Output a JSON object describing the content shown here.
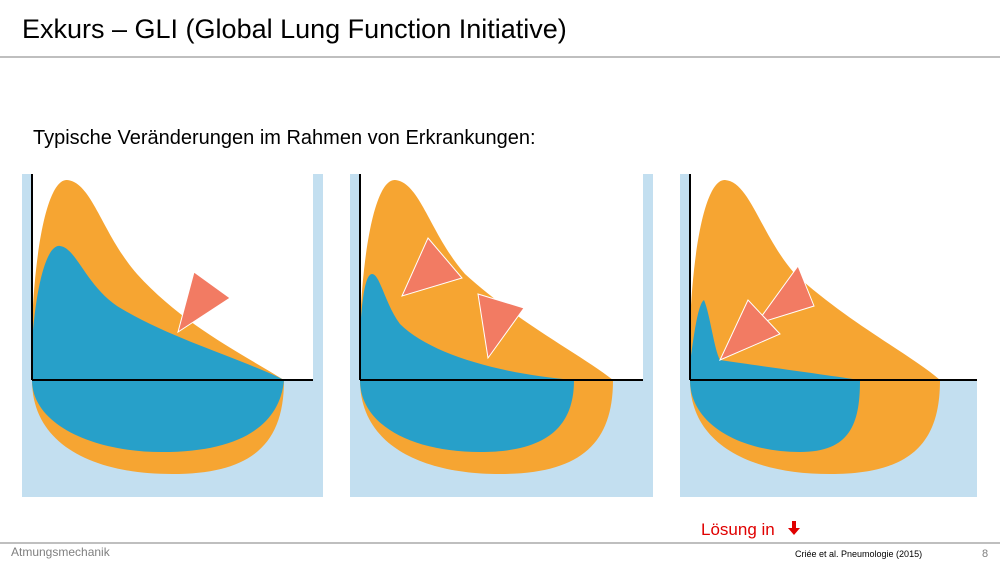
{
  "slide": {
    "title": "Exkurs – GLI (Global Lung Function Initiative)",
    "subtitle": "Typische Veränderungen im Rahmen von Erkrankungen:",
    "solution_label": "Lösung in",
    "solution_icon": "arrow-down-icon",
    "footer_left": "Atmungsmechanik",
    "citation": "Criée et al. Pneumologie (2015)",
    "page_number": "8"
  },
  "colors": {
    "background_panel": "#c3dff0",
    "plot_area": "#ffffff",
    "reference_curve": "#f6a532",
    "patient_curve": "#27a0c9",
    "marker": "#f27b63",
    "accent_red": "#e00000"
  },
  "panels": [
    {
      "name": "panel-1",
      "markers": 1
    },
    {
      "name": "panel-2",
      "markers": 2
    },
    {
      "name": "panel-3",
      "markers": 2
    }
  ]
}
